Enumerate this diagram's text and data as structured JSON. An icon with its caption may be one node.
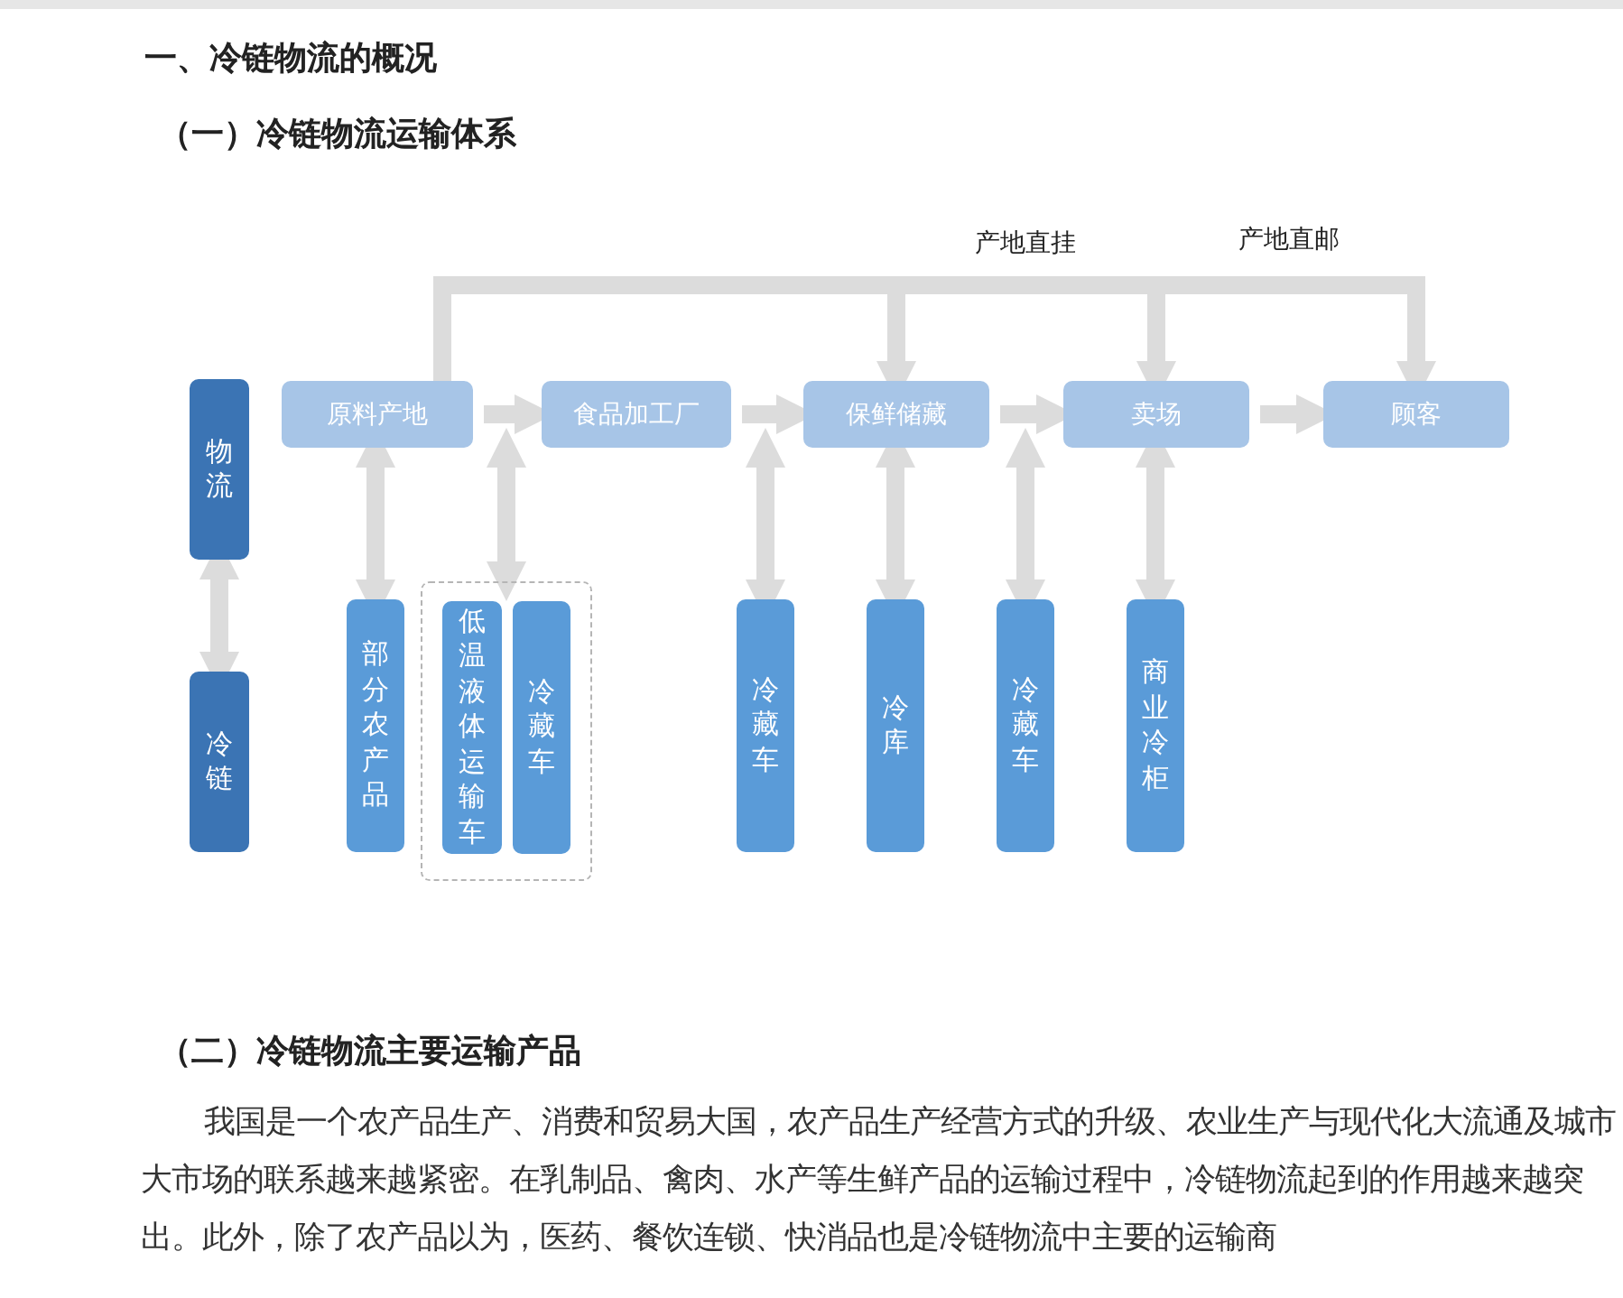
{
  "diagram": {
    "nodes": [
      {
        "text": [
          "物流"
        ]
      },
      {
        "text": [
          "冷链"
        ]
      },
      {
        "text": [
          "原料产地"
        ]
      },
      {
        "text": [
          "食品加工厂"
        ]
      },
      {
        "text": [
          "保鲜储藏"
        ]
      },
      {
        "text": [
          "卖场"
        ]
      },
      {
        "text": [
          "顾客"
        ]
      },
      {
        "text": [
          "部分农产品"
        ]
      },
      {
        "text": [],
        "shape": "box"
      },
      {
        "text": [
          "低温液体运输车"
        ],
        "in": 8
      },
      {
        "text": [
          "冷藏车"
        ],
        "in": 8
      },
      {
        "text": [
          "冷藏车"
        ]
      },
      {
        "text": [
          "冷库"
        ]
      },
      {
        "text": [
          "冷藏车"
        ]
      },
      {
        "text": [
          "商业冷柜"
        ]
      }
    ],
    "edges": [
      {
        "from": 1,
        "to": 0,
        "arrow": "both"
      },
      {
        "from": 2,
        "to": 3,
        "arrow": "to"
      },
      {
        "from": 3,
        "to": 4,
        "arrow": "to"
      },
      {
        "from": 4,
        "to": 5,
        "arrow": "to"
      },
      {
        "from": 5,
        "to": 6,
        "arrow": "to"
      },
      {
        "from": 2,
        "to": 4,
        "arrow": "to"
      },
      {
        "from": 2,
        "to": 5,
        "arrow": "to",
        "label": "产地直挂"
      },
      {
        "from": 2,
        "to": 6,
        "arrow": "to",
        "label": "产地直邮"
      },
      {
        "from": 2,
        "to": 7,
        "arrow": "both"
      },
      {
        "from": 3,
        "to": 8,
        "arrow": "both"
      },
      {
        "from": 4,
        "to": 11,
        "arrow": "both"
      },
      {
        "from": 4,
        "to": 12,
        "arrow": "both"
      },
      {
        "from": 5,
        "to": 13,
        "arrow": "both"
      },
      {
        "from": 5,
        "to": 14,
        "arrow": "both"
      }
    ],
    "labels": [
      "一、冷链物流的概况",
      "（一）冷链物流运输体系",
      "（二）冷链物流主要运输产品",
      "我国是一个农产品生产、消费和贸易大国，农产品生产经营方式的升级、农业生产与现代化大流通及城市大市场的联系越来越紧密。在乳制品、禽肉、水产等生鲜产品的运输过程中，冷链物流起到的作用越来越突出。此外，除了农产品以为，医药、餐饮连锁、快消品也是冷链物流中主要的运输商"
    ]
  }
}
